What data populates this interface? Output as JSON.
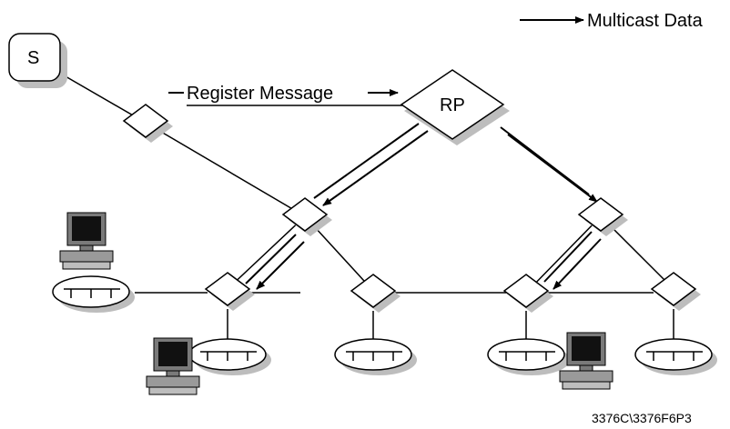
{
  "legend": {
    "label": "Multicast Data"
  },
  "nodes": {
    "source": "S",
    "rendezvous_point": "RP"
  },
  "edge_labels": {
    "register": "Register Message"
  },
  "figure_id": "3376C\\3376F6P3"
}
